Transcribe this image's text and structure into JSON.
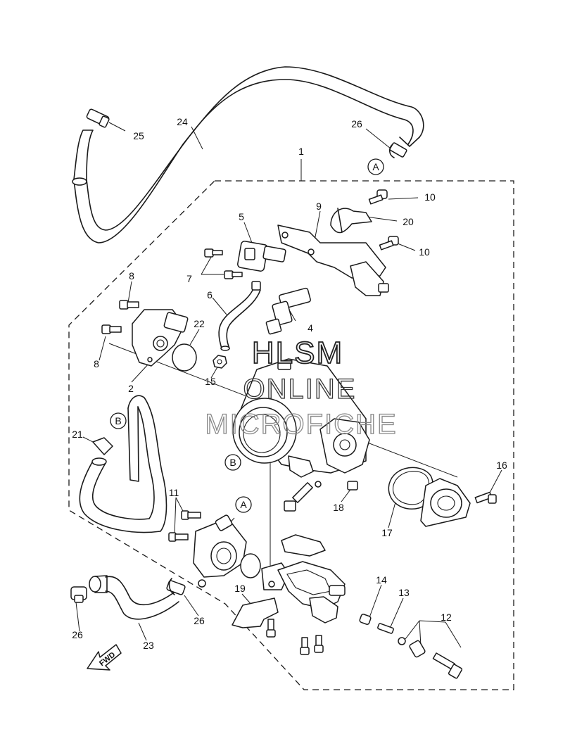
{
  "watermark": {
    "line1": "HLSM",
    "line2": "ONLINE",
    "line3": "MICROFICHE"
  },
  "fwd_arrow": {
    "label": "FWD"
  },
  "reference_markers": {
    "a_top": "A",
    "a_bottom": "A",
    "b_left": "B",
    "b_center": "B"
  },
  "callouts": [
    {
      "id": "p1",
      "number": "1"
    },
    {
      "id": "p2",
      "number": "2"
    },
    {
      "id": "p4",
      "number": "4"
    },
    {
      "id": "p5",
      "number": "5"
    },
    {
      "id": "p6",
      "number": "6"
    },
    {
      "id": "p7",
      "number": "7"
    },
    {
      "id": "p8a",
      "number": "8"
    },
    {
      "id": "p8b",
      "number": "8"
    },
    {
      "id": "p9",
      "number": "9"
    },
    {
      "id": "p10a",
      "number": "10"
    },
    {
      "id": "p10b",
      "number": "10"
    },
    {
      "id": "p11",
      "number": "11"
    },
    {
      "id": "p12",
      "number": "12"
    },
    {
      "id": "p13",
      "number": "13"
    },
    {
      "id": "p14",
      "number": "14"
    },
    {
      "id": "p15",
      "number": "15"
    },
    {
      "id": "p16",
      "number": "16"
    },
    {
      "id": "p17",
      "number": "17"
    },
    {
      "id": "p18",
      "number": "18"
    },
    {
      "id": "p19",
      "number": "19"
    },
    {
      "id": "p20",
      "number": "20"
    },
    {
      "id": "p21",
      "number": "21"
    },
    {
      "id": "p22",
      "number": "22"
    },
    {
      "id": "p23",
      "number": "23"
    },
    {
      "id": "p24",
      "number": "24"
    },
    {
      "id": "p25",
      "number": "25"
    },
    {
      "id": "p26a",
      "number": "26"
    },
    {
      "id": "p26b",
      "number": "26"
    },
    {
      "id": "p26c",
      "number": "26"
    }
  ]
}
